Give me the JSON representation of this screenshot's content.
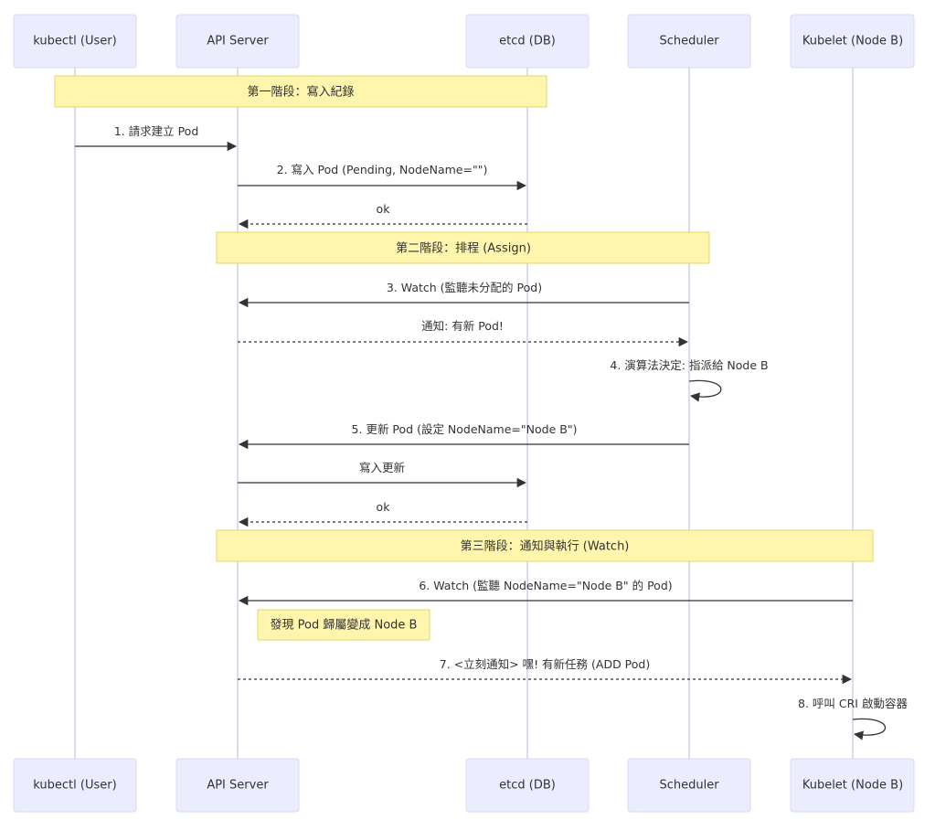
{
  "actors": [
    {
      "id": "user",
      "label": "kubectl (User)"
    },
    {
      "id": "api",
      "label": "API Server"
    },
    {
      "id": "etcd",
      "label": "etcd (DB)"
    },
    {
      "id": "sched",
      "label": "Scheduler"
    },
    {
      "id": "kubelet",
      "label": "Kubelet (Node B)"
    }
  ],
  "phases": [
    {
      "label": "第一階段：寫入紀錄"
    },
    {
      "label": "第二階段：排程 (Assign)"
    },
    {
      "label": "第三階段：通知與執行 (Watch)"
    }
  ],
  "messages": [
    {
      "label": "1. 請求建立 Pod",
      "from": "user",
      "to": "api",
      "dashed": false
    },
    {
      "label": "2. 寫入 Pod (Pending, NodeName=\"\")",
      "from": "api",
      "to": "etcd",
      "dashed": false
    },
    {
      "label": "ok",
      "from": "etcd",
      "to": "api",
      "dashed": true
    },
    {
      "label": "3. Watch (監聽未分配的 Pod)",
      "from": "sched",
      "to": "api",
      "dashed": false
    },
    {
      "label": "通知: 有新 Pod!",
      "from": "api",
      "to": "sched",
      "dashed": true
    },
    {
      "label": "4. 演算法決定: 指派給 Node B",
      "from": "sched",
      "to": "sched",
      "dashed": false
    },
    {
      "label": "5. 更新 Pod (設定 NodeName=\"Node B\")",
      "from": "sched",
      "to": "api",
      "dashed": false
    },
    {
      "label": "寫入更新",
      "from": "api",
      "to": "etcd",
      "dashed": false
    },
    {
      "label": "ok",
      "from": "etcd",
      "to": "api",
      "dashed": true
    },
    {
      "label": "6. Watch (監聽 NodeName=\"Node B\" 的 Pod)",
      "from": "kubelet",
      "to": "api",
      "dashed": false
    },
    {
      "label": "7. <立刻通知> 嘿! 有新任務 (ADD Pod)",
      "from": "api",
      "to": "kubelet",
      "dashed": true
    },
    {
      "label": "8. 呼叫 CRI 啟動容器",
      "from": "kubelet",
      "to": "kubelet",
      "dashed": false
    }
  ],
  "notes": [
    {
      "label": "發現 Pod 歸屬變成 Node B"
    }
  ]
}
